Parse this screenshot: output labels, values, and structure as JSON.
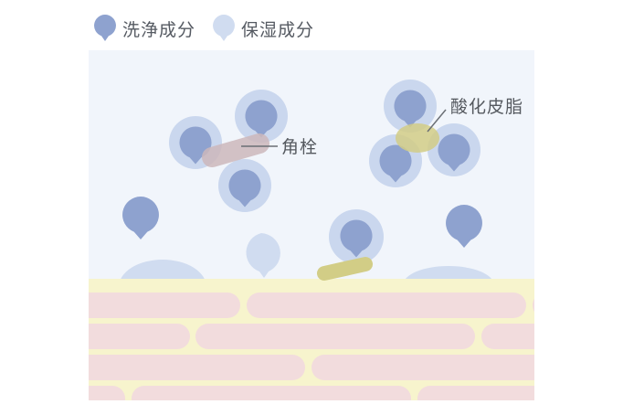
{
  "legend": [
    {
      "label": "洗浄成分",
      "color": "#8ea2cf",
      "icon": "cleansing-droplet-icon"
    },
    {
      "label": "保湿成分",
      "color": "#d0dcf0",
      "icon": "moisturizing-droplet-icon"
    }
  ],
  "labels": {
    "sebum_plug": "角栓",
    "oxidized_sebum": "酸化皮脂"
  },
  "colors": {
    "background": "#f1f5fb",
    "cleansing": "#8ea2cf",
    "cleansing_halo": "#cad7ee",
    "moisturizing": "#d0dcf0",
    "sebum_plug": "#cdb8bc",
    "oxidized_sebum": "#d2cd86",
    "skin_yellow": "#f7f4cd",
    "skin_pink": "#f2dcdd"
  }
}
